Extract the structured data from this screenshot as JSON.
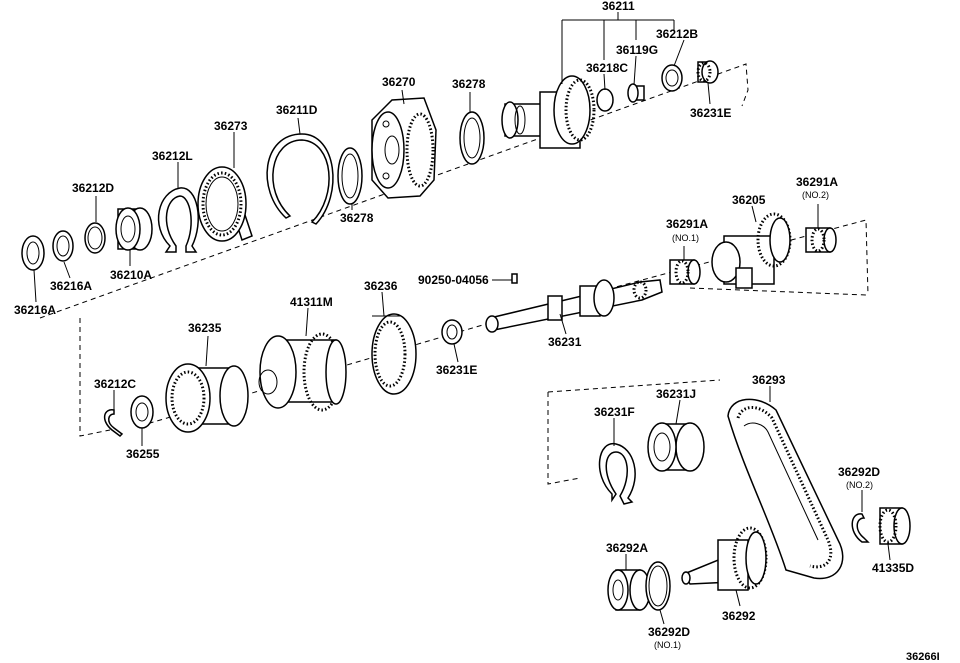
{
  "diagram": {
    "ref_code": "36266I",
    "labels": {
      "p36211": "36211",
      "p36212B": "36212B",
      "p36119G": "36119G",
      "p36218C": "36218C",
      "p36231E_top": "36231E",
      "p36270": "36270",
      "p36278_top": "36278",
      "p36278_bot": "36278",
      "p36211D": "36211D",
      "p36273": "36273",
      "p36212L": "36212L",
      "p36212D": "36212D",
      "p36210A": "36210A",
      "p36216A_a": "36216A",
      "p36216A_b": "36216A",
      "p36205": "36205",
      "p36291A_no2": "36291A",
      "p36291A_no1": "36291A",
      "p90250": "90250-04056",
      "p36236": "36236",
      "p41311M": "41311M",
      "p36235": "36235",
      "p36231E_mid": "36231E",
      "p36231": "36231",
      "p36212C": "36212C",
      "p36255": "36255",
      "p36293": "36293",
      "p36231J": "36231J",
      "p36231F": "36231F",
      "p36292D_no2": "36292D",
      "p41335D": "41335D",
      "p36292A": "36292A",
      "p36292": "36292",
      "p36292D_no1": "36292D"
    },
    "sublabels": {
      "no2_36291A": "(NO.2)",
      "no1_36291A": "(NO.1)",
      "no2_36292D": "(NO.2)",
      "no1_36292D": "(NO.1)"
    }
  }
}
